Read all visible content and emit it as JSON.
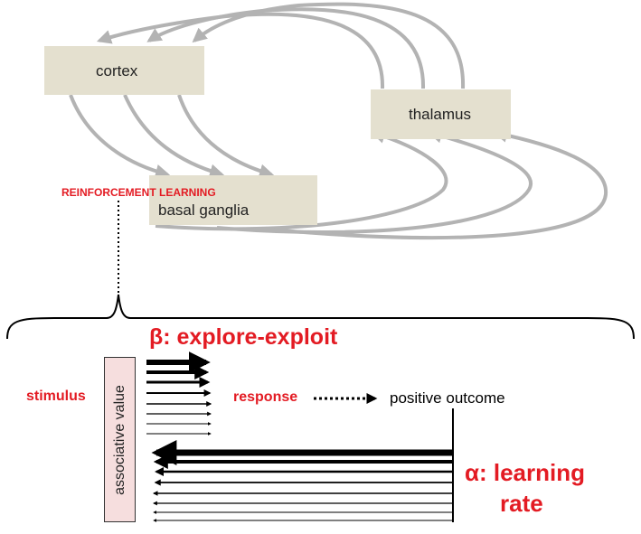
{
  "nodes": {
    "cortex": "cortex",
    "thalamus": "thalamus",
    "basal_ganglia": "basal ganglia"
  },
  "labels": {
    "reinforcement_learning": "REINFORCEMENT LEARNING",
    "beta": "β: explore-exploit",
    "stimulus": "stimulus",
    "associative_value": "associative value",
    "response": "response",
    "positive_outcome": "positive outcome",
    "alpha_line1": "α: learning",
    "alpha_line2": "rate"
  },
  "colors": {
    "accent": "#e31b23",
    "box_fill": "#e4e0cf",
    "assoc_fill": "#f6dede",
    "loop_arrows": "#b3b3b3"
  }
}
